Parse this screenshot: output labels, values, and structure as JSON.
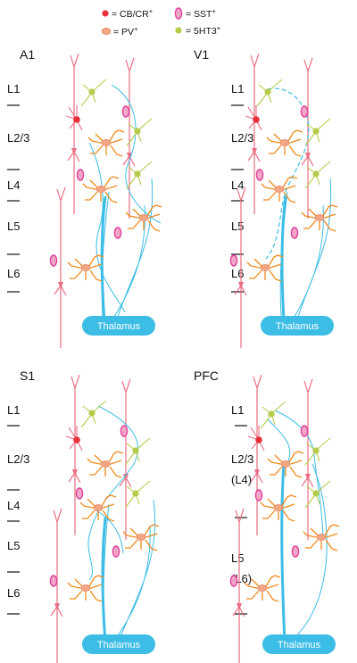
{
  "legend": {
    "cb_cr": {
      "prefix": "= CB/CR",
      "sup": "+"
    },
    "sst": {
      "prefix": "= SST",
      "sup": "+"
    },
    "pv": {
      "prefix": "= PV",
      "sup": "+"
    },
    "ht3": {
      "prefix": "= 5HT3",
      "sup": "+"
    }
  },
  "panels": {
    "a1": {
      "title": "A1",
      "layers": [
        "L1",
        "L2/3",
        "L4",
        "L5",
        "L6"
      ],
      "thalamus": "Thalamus"
    },
    "v1": {
      "title": "V1",
      "layers": [
        "L1",
        "L2/3",
        "L4",
        "L5",
        "L6"
      ],
      "thalamus": "Thalamus"
    },
    "s1": {
      "title": "S1",
      "layers": [
        "L1",
        "L2/3",
        "L4",
        "L5",
        "L6"
      ],
      "thalamus": "Thalamus"
    },
    "pfc": {
      "title": "PFC",
      "layers": [
        "L1",
        "L2/3",
        "(L4)",
        "L5",
        "(L6)"
      ],
      "thalamus": "Thalamus"
    }
  },
  "colors": {
    "cb_cr": "#e8303a",
    "sst": "#e0409a",
    "sst_fill": "#f2a7c8",
    "pv": "#f08a1c",
    "pv_fill": "#f2a683",
    "ht3": "#b5cc4a",
    "pyramidal": "#ea6f82",
    "thalamus": "#3cbde6"
  }
}
